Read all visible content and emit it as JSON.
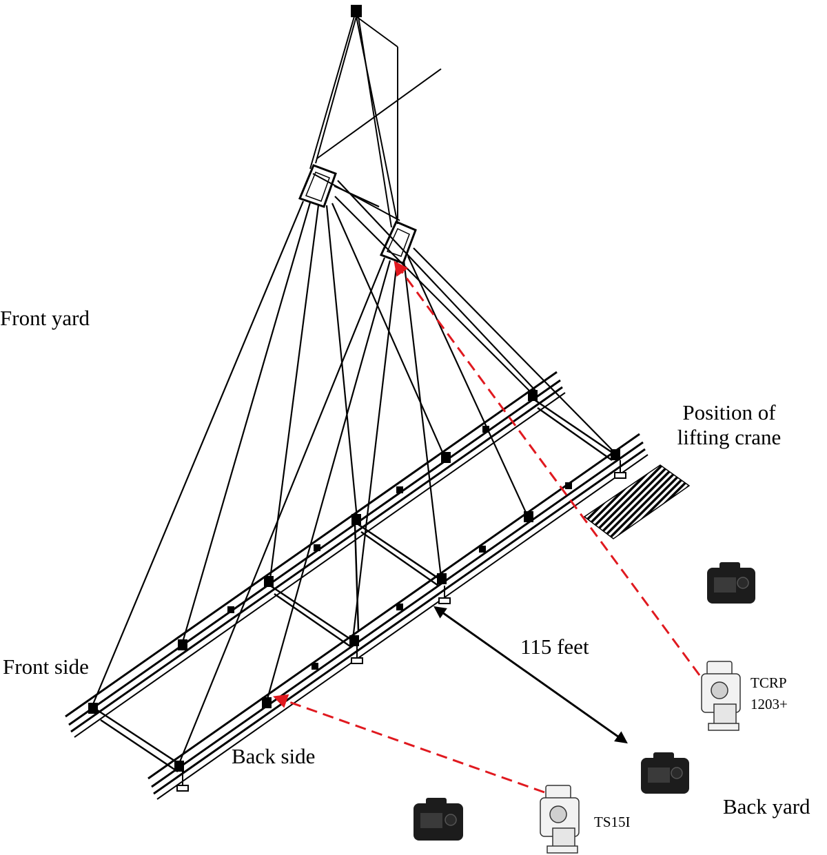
{
  "labels": {
    "front_yard": "Front yard",
    "front_side": "Front side",
    "back_side": "Back side",
    "back_yard": "Back yard",
    "crane_line1": "Position of",
    "crane_line2": "lifting crane",
    "distance": "115 feet",
    "tcrp_line1": "TCRP",
    "tcrp_line2": "1203+",
    "ts15": "TS15I"
  },
  "colors": {
    "structure": "#000000",
    "sightline": "#e0191f",
    "camera_body": "#1c1c1c",
    "instrument": "#f2f2f2"
  },
  "icons": [
    "camera-icon",
    "total-station-icon",
    "crane-hatch-area"
  ]
}
